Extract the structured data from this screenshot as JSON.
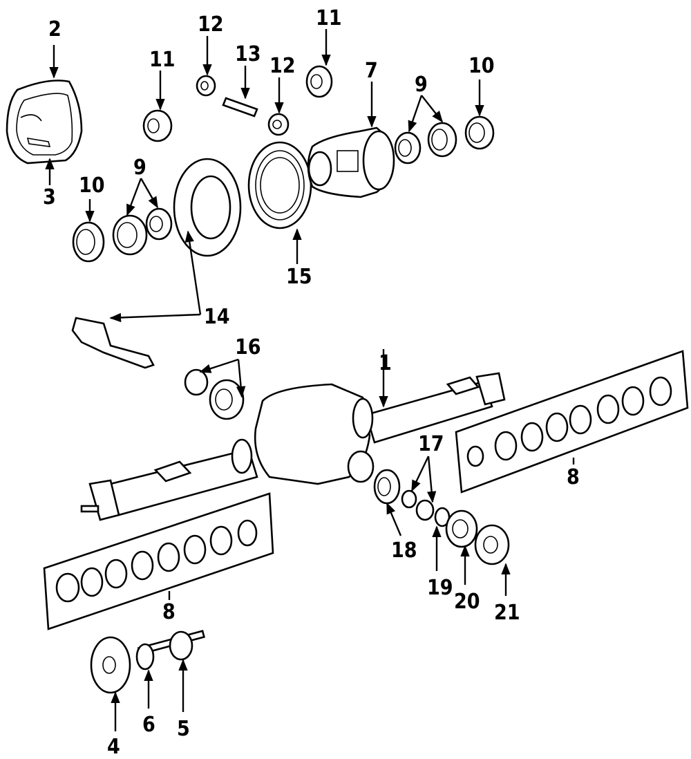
{
  "callouts": {
    "c1": "1",
    "c2": "2",
    "c3": "3",
    "c4": "4",
    "c5": "5",
    "c6": "6",
    "c7": "7",
    "c8a": "8",
    "c8b": "8",
    "c9a": "9",
    "c9b": "9",
    "c10a": "10",
    "c10b": "10",
    "c11a": "11",
    "c11b": "11",
    "c12a": "12",
    "c12b": "12",
    "c13": "13",
    "c14": "14",
    "c15": "15",
    "c16": "16",
    "c17": "17",
    "c18": "18",
    "c19": "19",
    "c20": "20",
    "c21": "21"
  }
}
